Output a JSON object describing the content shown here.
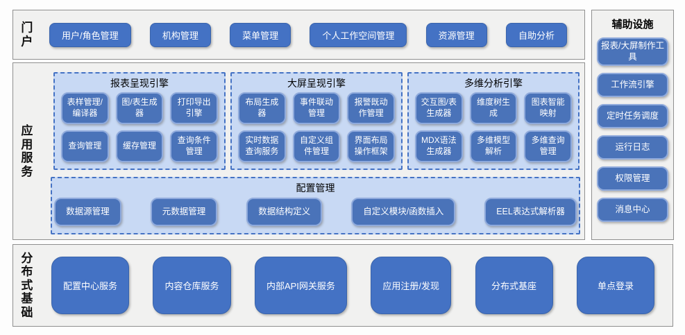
{
  "colors": {
    "button_blue": "#4472c4",
    "inner_button_blue": "#4a73b9",
    "inner_button_border": "#8faadc",
    "engine_panel_blue": "#c8d9f4",
    "dashed_border_blue": "#4472c4",
    "section_bg_gray": "#f1f1f0"
  },
  "portal": {
    "label": "门户",
    "items": [
      "用户/角色管理",
      "机构管理",
      "菜单管理",
      "个人工作空间管理",
      "资源管理",
      "自助分析"
    ]
  },
  "app_services": {
    "label": "应用服务",
    "engines": [
      {
        "title": "报表呈现引擎",
        "items": [
          "表样管理/编译器",
          "图/表生成器",
          "打印导出引擎",
          "查询管理",
          "缓存管理",
          "查询条件管理"
        ]
      },
      {
        "title": "大屏呈现引擎",
        "items": [
          "布局生成器",
          "事件联动管理",
          "报警既动作管理",
          "实时数据查询服务",
          "自定义组件管理",
          "界面布局操作框架"
        ]
      },
      {
        "title": "多维分析引擎",
        "items": [
          "交互图/表生成器",
          "维度树生成",
          "图表智能映射",
          "MDX语法生成器",
          "多维模型解析",
          "多维查询管理"
        ]
      }
    ],
    "config": {
      "title": "配置管理",
      "items": [
        "数据源管理",
        "元数据管理",
        "数据结构定义",
        "自定义模块/函数插入",
        "EEL表达式解析器"
      ]
    }
  },
  "auxiliary": {
    "label": "辅助设施",
    "items": [
      "报表/大屏制作工具",
      "工作流引擎",
      "定时任务调度",
      "运行日志",
      "权限管理",
      "消息中心"
    ]
  },
  "foundation": {
    "label": "分布式基础",
    "items": [
      "配置中心服务",
      "内容仓库服务",
      "内部API网关服务",
      "应用注册/发现",
      "分布式基座",
      "单点登录"
    ]
  }
}
